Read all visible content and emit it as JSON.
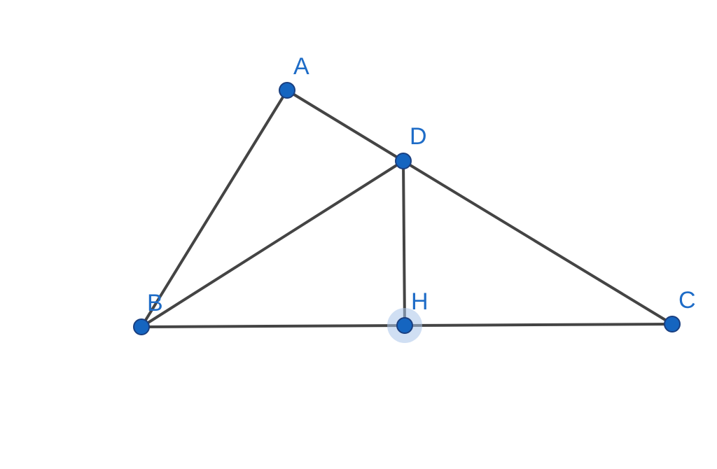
{
  "colors": {
    "point_fill": "#1565c0",
    "label": "#1e6cc7"
  },
  "points": {
    "A": {
      "label": "A"
    },
    "B": {
      "label": "B"
    },
    "C": {
      "label": "C"
    },
    "D": {
      "label": "D"
    },
    "H": {
      "label": "H",
      "selected": true
    }
  },
  "segments": [
    {
      "from": "A",
      "to": "B"
    },
    {
      "from": "A",
      "to": "D"
    },
    {
      "from": "D",
      "to": "C"
    },
    {
      "from": "B",
      "to": "D"
    },
    {
      "from": "D",
      "to": "H"
    },
    {
      "from": "B",
      "to": "H"
    },
    {
      "from": "H",
      "to": "C"
    }
  ]
}
